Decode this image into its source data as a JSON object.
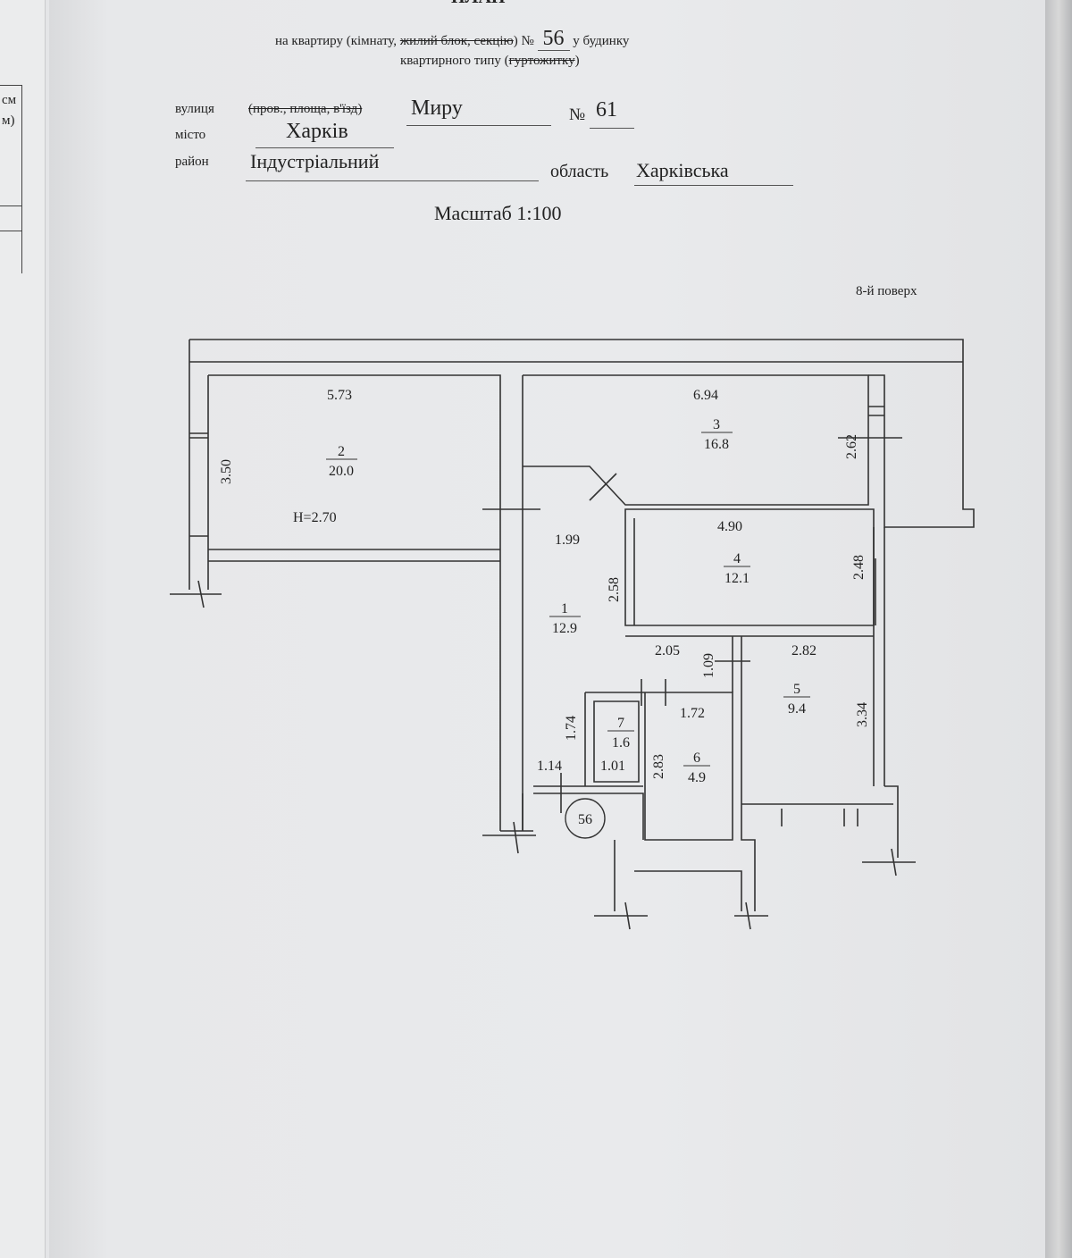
{
  "left_page": {
    "fragments": [
      "см",
      "м)"
    ]
  },
  "header": {
    "title_partial": "ПЛАН",
    "line1_prefix": "на квартиру (кімнату,",
    "line1_struck": "жилий блок, секцію",
    "line1_mid": ") №",
    "apartment_no": "56",
    "line1_suffix": "у будинку",
    "line2_prefix": "квартирного типу (",
    "line2_struck": "гуртожитку",
    "line2_suffix": ")"
  },
  "address": {
    "street_label": "вулиця",
    "street_alt_struck": "(пров., площа, в'їзд)",
    "street": "Миру",
    "house_label": "№",
    "house_no": "61",
    "city_label": "місто",
    "city": "Харків",
    "district_label": "район",
    "district": "Індустріальний",
    "region_label": "область",
    "region": "Харківська"
  },
  "scale": "Масштаб 1:100",
  "floor": "8-й поверх",
  "plan": {
    "ceiling_height": "Н=2.70",
    "apartment_marker": "56",
    "rooms": [
      {
        "no": "1",
        "area": "12.9"
      },
      {
        "no": "2",
        "area": "20.0"
      },
      {
        "no": "3",
        "area": "16.8"
      },
      {
        "no": "4",
        "area": "12.1"
      },
      {
        "no": "5",
        "area": "9.4"
      },
      {
        "no": "6",
        "area": "4.9"
      },
      {
        "no": "7",
        "area": "1.6"
      }
    ],
    "dimensions": [
      "5.73",
      "3.50",
      "6.94",
      "2.62",
      "1.99",
      "4.90",
      "2.58",
      "2.48",
      "2.05",
      "1.09",
      "2.82",
      "1.74",
      "1.72",
      "3.34",
      "1.14",
      "1.01",
      "2.83"
    ]
  }
}
